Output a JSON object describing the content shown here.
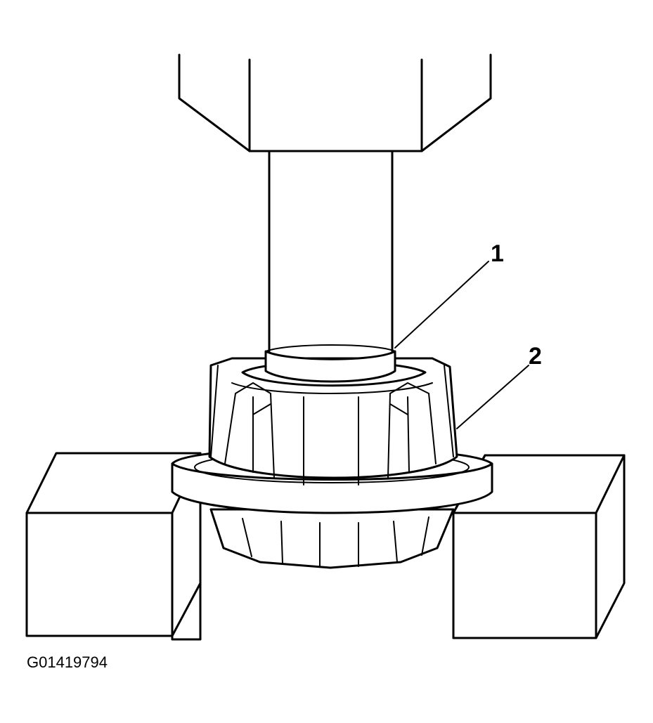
{
  "callouts": [
    {
      "label": "1"
    },
    {
      "label": "2"
    }
  ],
  "figure_id": "G01419794"
}
